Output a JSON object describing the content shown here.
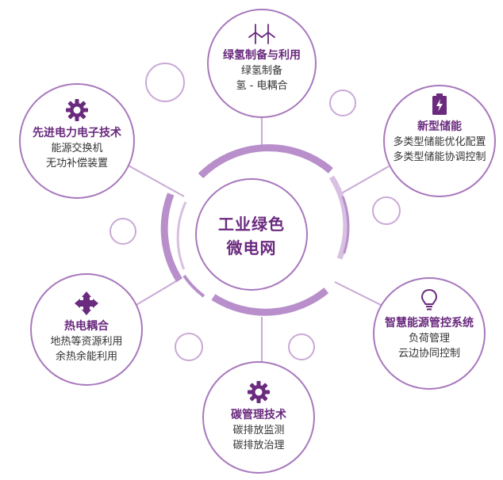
{
  "center": {
    "line1": "工业绿色",
    "line2": "微电网"
  },
  "colors": {
    "accent": "#6a2a7e",
    "ring": "#b98fcb",
    "ring_light": "#d7c0e1",
    "connector": "#c9a9d6"
  },
  "nodes": {
    "hydrogen": {
      "icon": "wind-turbine-icon",
      "title": "绿氢制备与利用",
      "lines": [
        "绿氢制备",
        "氢 - 电耦合"
      ]
    },
    "storage": {
      "icon": "battery-bolt-icon",
      "title": "新型储能",
      "lines": [
        "多类型储能优化配置",
        "多类型储能协调控制"
      ]
    },
    "energy_mgmt": {
      "icon": "lightbulb-icon",
      "title": "智慧能源管控系统",
      "lines": [
        "负荷管理",
        "云边协同控制"
      ]
    },
    "carbon": {
      "icon": "gear-icon",
      "title": "碳管理技术",
      "lines": [
        "碳排放监测",
        "碳排放治理"
      ]
    },
    "thermo": {
      "icon": "cross-arrows-icon",
      "title": "热电耦合",
      "lines": [
        "地热等资源利用",
        "余热余能利用"
      ]
    },
    "power_electronics": {
      "icon": "gear-icon",
      "title": "先进电力电子技术",
      "lines": [
        "能源交换机",
        "无功补偿装置"
      ]
    }
  }
}
